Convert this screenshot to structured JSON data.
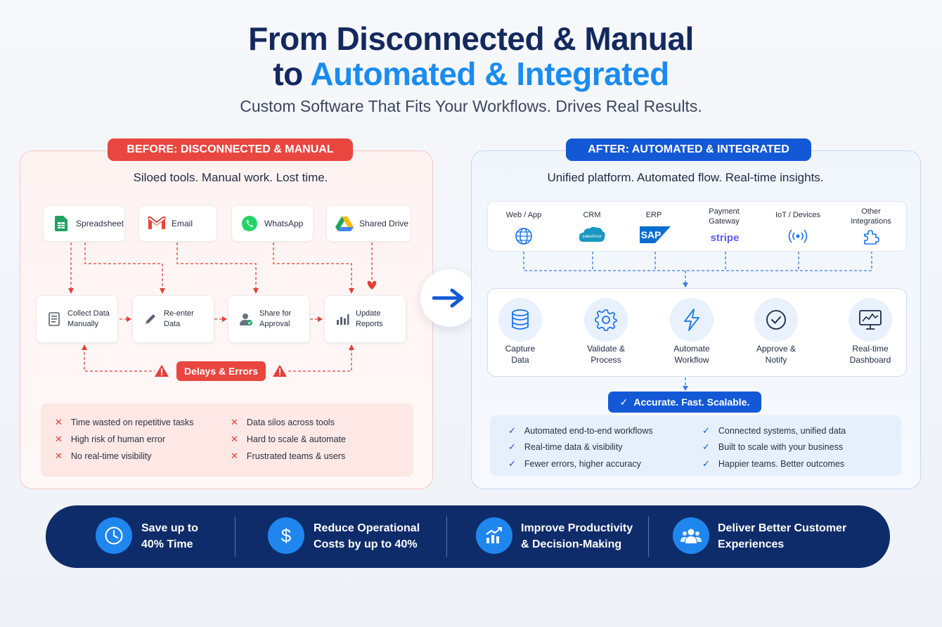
{
  "header": {
    "title_line1": "From Disconnected & Manual",
    "title_line2_prefix": "to",
    "title_line2_accent": "Automated & Integrated",
    "subtitle": "Custom Software That Fits Your Workflows. Drives Real Results."
  },
  "before": {
    "badge": "BEFORE: DISCONNECTED & MANUAL",
    "tagline": "Siloed tools. Manual work. Lost time.",
    "sources": [
      {
        "label": "Spreadsheet",
        "icon": "spreadsheet-icon"
      },
      {
        "label": "Email",
        "icon": "gmail-icon"
      },
      {
        "label": "WhatsApp",
        "icon": "whatsapp-icon"
      },
      {
        "label": "Shared Drive",
        "icon": "drive-icon"
      }
    ],
    "steps": [
      {
        "line1": "Collect Data",
        "line2": "Manually",
        "icon": "document-icon"
      },
      {
        "line1": "Re-enter",
        "line2": "Data",
        "icon": "pencil-icon"
      },
      {
        "line1": "Share for",
        "line2": "Approval",
        "icon": "user-icon"
      },
      {
        "line1": "Update",
        "line2": "Reports",
        "icon": "bar-chart-icon"
      }
    ],
    "delay_label": "Delays & Errors",
    "cons": [
      "Time wasted on repetitive tasks",
      "High risk of human error",
      "No real-time visibility",
      "Data silos across tools",
      "Hard to scale & automate",
      "Frustrated teams & users"
    ]
  },
  "after": {
    "badge": "AFTER: AUTOMATED & INTEGRATED",
    "tagline": "Unified platform. Automated flow. Real-time insights.",
    "integrations": [
      {
        "line1": "Web / App",
        "line2": "",
        "icon": "globe-icon"
      },
      {
        "line1": "CRM",
        "line2": "",
        "icon": "salesforce-icon",
        "logo_text": "salesforce"
      },
      {
        "line1": "ERP",
        "line2": "",
        "icon": "sap-icon",
        "logo_text": "SAP"
      },
      {
        "line1": "Payment",
        "line2": "Gateway",
        "icon": "stripe-icon",
        "logo_text": "stripe"
      },
      {
        "line1": "IoT / Devices",
        "line2": "",
        "icon": "signal-icon"
      },
      {
        "line1": "Other",
        "line2": "Integrations",
        "icon": "puzzle-icon"
      }
    ],
    "process": [
      {
        "line1": "Capture",
        "line2": "Data",
        "icon": "database-icon"
      },
      {
        "line1": "Validate &",
        "line2": "Process",
        "icon": "gear-icon"
      },
      {
        "line1": "Automate",
        "line2": "Workflow",
        "icon": "lightning-icon"
      },
      {
        "line1": "Approve &",
        "line2": "Notify",
        "icon": "check-circle-icon"
      },
      {
        "line1": "Real-time",
        "line2": "Dashboard",
        "icon": "dashboard-icon"
      }
    ],
    "result_badge": "Accurate. Fast. Scalable.",
    "pros": [
      "Automated end-to-end workflows",
      "Real-time data & visibility",
      "Fewer errors, higher accuracy",
      "Connected systems, unified data",
      "Built to scale with your business",
      "Happier teams. Better outcomes"
    ]
  },
  "benefits": [
    {
      "line1": "Save up to",
      "line2": "40% Time",
      "icon": "clock-icon"
    },
    {
      "line1": "Reduce Operational",
      "line2": "Costs by up to 40%",
      "icon": "dollar-icon"
    },
    {
      "line1": "Improve Productivity",
      "line2": "& Decision-Making",
      "icon": "growth-chart-icon"
    },
    {
      "line1": "Deliver Better Customer",
      "line2": "Experiences",
      "icon": "team-icon"
    }
  ],
  "colors": {
    "navy": "#14295e",
    "accent_blue": "#1a8cf0",
    "before_red": "#e9463f",
    "after_blue": "#1359d6",
    "bottom_bar": "#0f2c6a"
  }
}
